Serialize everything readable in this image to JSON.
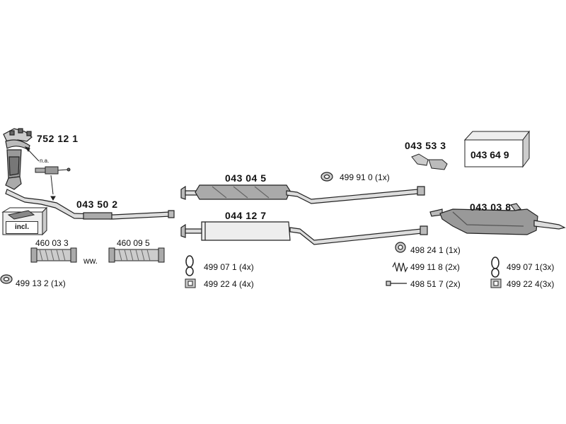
{
  "labels": {
    "p752121": "752 12 1",
    "na": "n.a.",
    "p043502": "043 50 2",
    "incl": "incl.",
    "p460033": "460 03 3",
    "ww": "ww.",
    "p460095": "460 09 5",
    "p499132": "499 13 2  (1x)",
    "p043045": "043 04 5",
    "p044127": "044 12 7",
    "p499071a": "499 07 1  (4x)",
    "p499224a": "499 22 4  (4x)",
    "p499910": "499 91 0  (1x)",
    "p043533": "043 53 3",
    "p043649": "043 64 9",
    "p043038": "043 03 8",
    "p498241": "498 24 1  (1x)",
    "p499118": "499 11 8   (2x)",
    "p498517": "498 51 7   (2x)",
    "p499071b": "499 07 1(3x)",
    "p499224b": "499 22 4(3x)"
  }
}
